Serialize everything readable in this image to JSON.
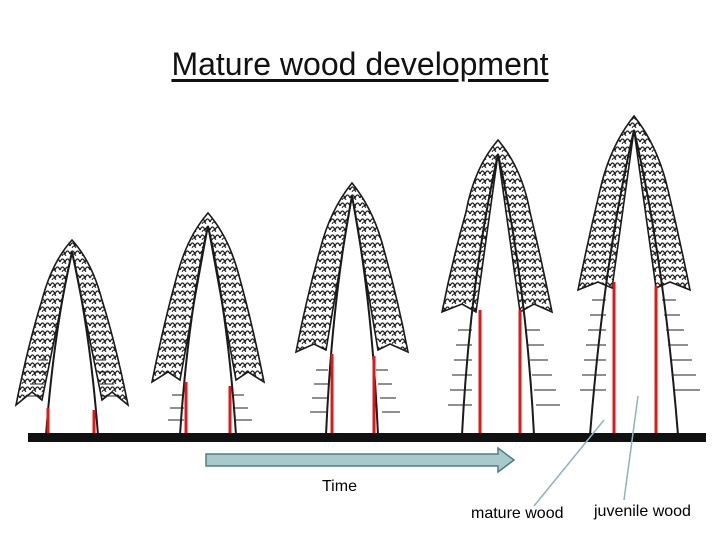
{
  "title": "Mature wood development",
  "labels": {
    "time": "Time",
    "mature_wood": "mature wood",
    "juvenile_wood": "juvenile wood"
  },
  "colors": {
    "ground": "#111111",
    "crown_outline": "#1a1a1a",
    "trunk_line": "#e01818",
    "arrow_fill": "#a9c9cc",
    "arrow_stroke": "#4f7f86",
    "pointer_line": "#8fb3c0"
  },
  "trees": [
    {
      "name": "tree-1"
    },
    {
      "name": "tree-2"
    },
    {
      "name": "tree-3"
    },
    {
      "name": "tree-4"
    },
    {
      "name": "tree-5"
    }
  ]
}
